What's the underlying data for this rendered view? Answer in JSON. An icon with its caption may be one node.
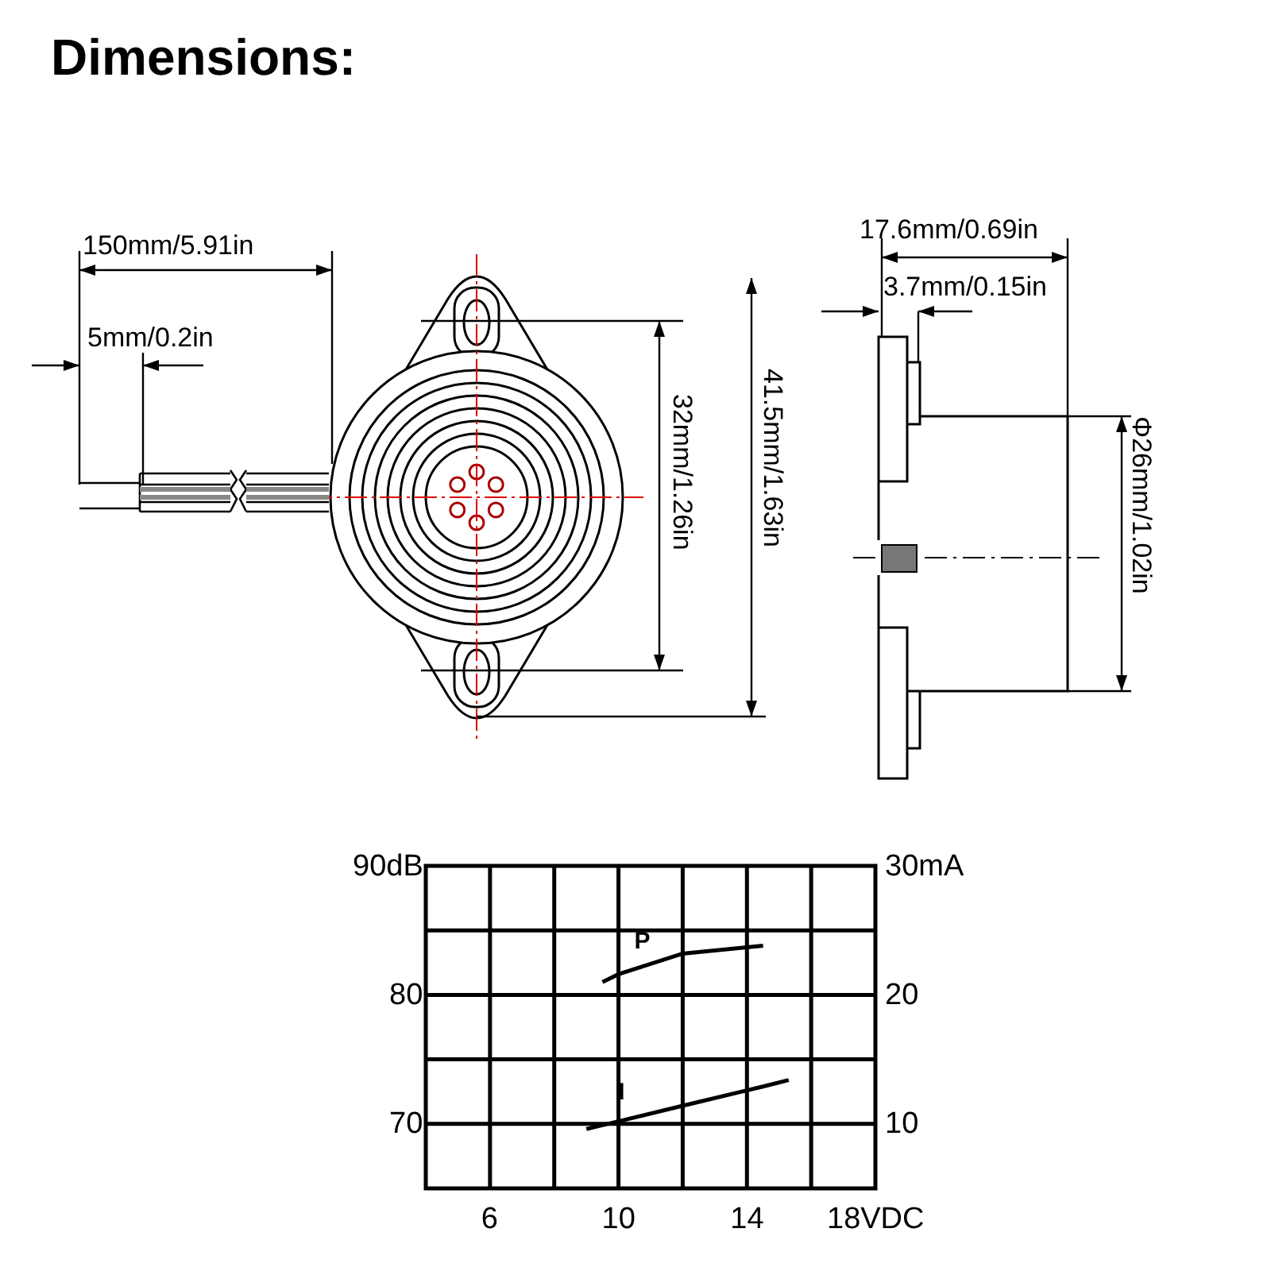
{
  "diagram": {
    "title": "Dimensions:",
    "labels": [
      "150mm/5.91in",
      "5mm/0.2in",
      "32mm/1.26in",
      "41.5mm/1.63in",
      "17.6mm/0.69in",
      "3.7mm/0.15in",
      "Φ26mm/1.02in",
      "30mA",
      "20",
      "10"
    ],
    "chart_data": {
      "type": "line",
      "grid": true,
      "x": [
        9,
        9.5,
        10,
        12,
        14,
        14.5,
        15.3
      ],
      "xlim": [
        4,
        18
      ],
      "ylim": [
        65,
        90
      ],
      "xticks": [
        6,
        10,
        14,
        {
          "value": 18,
          "label": "18VDC"
        }
      ],
      "yticks": [
        {
          "value": 90,
          "label": "90dB"
        },
        80,
        70
      ],
      "series": [
        {
          "name": "P",
          "color": "#000000",
          "values": [
            null,
            81,
            81.6,
            83.2,
            83.7,
            83.8,
            null
          ]
        },
        {
          "name": "I",
          "color": "#000000",
          "values": [
            69.6,
            69.9,
            70.2,
            71.4,
            72.6,
            72.9,
            73.4
          ]
        }
      ]
    }
  }
}
